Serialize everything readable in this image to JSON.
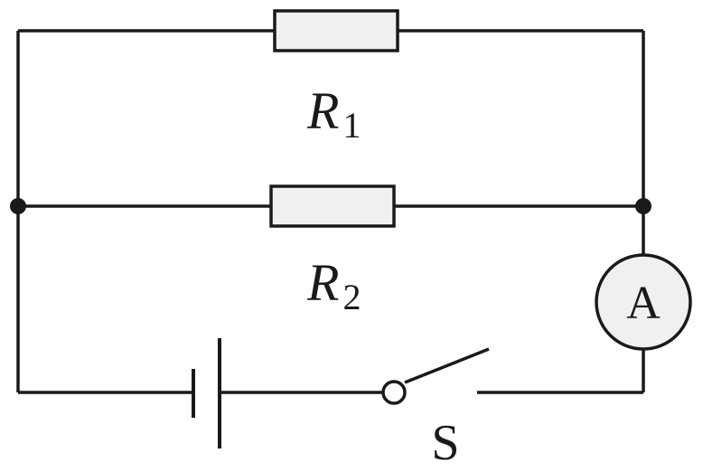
{
  "diagram": {
    "resistor_1": {
      "main": "R",
      "sub": "1"
    },
    "resistor_2": {
      "main": "R",
      "sub": "2"
    },
    "ammeter": {
      "symbol": "A"
    },
    "switch": {
      "label": "S"
    }
  }
}
